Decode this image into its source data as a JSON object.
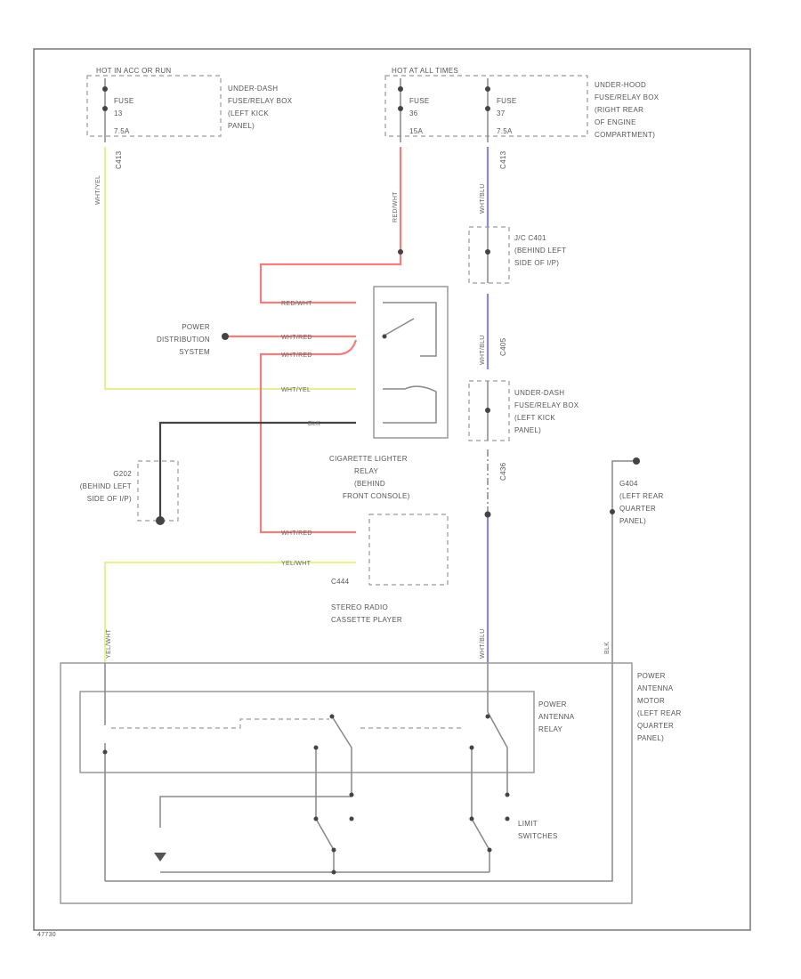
{
  "colors": {
    "red": "#f08080",
    "yellow": "#e8ef9a",
    "blue": "#8a8ad8",
    "black": "#444444",
    "gray": "#888888"
  },
  "fusebox_left": {
    "header": "HOT IN ACC OR RUN",
    "fuse_label": "FUSE",
    "fuse_number": "13",
    "fuse_rating": "7.5A",
    "location": [
      "UNDER-DASH",
      "FUSE/RELAY BOX",
      "(LEFT KICK",
      "PANEL)"
    ]
  },
  "fusebox_right": {
    "header": "HOT AT ALL TIMES",
    "fuse_a": {
      "label": "FUSE",
      "number": "36",
      "rating": "15A"
    },
    "fuse_b": {
      "label": "FUSE",
      "number": "37",
      "rating": "7.5A"
    },
    "location": [
      "UNDER-HOOD",
      "FUSE/RELAY BOX",
      "(RIGHT REAR",
      "OF ENGINE",
      "COMPARTMENT)"
    ]
  },
  "connectors": {
    "c_left_top": "C413",
    "c_right_top": "C413",
    "c_mid": "C405",
    "c_lower": "C436",
    "c_radio": "C444"
  },
  "junction": {
    "lines": [
      "J/C C401",
      "(BEHIND LEFT",
      "SIDE OF I/P)"
    ]
  },
  "underdash_box": {
    "lines": [
      "UNDER-DASH",
      "FUSE/RELAY BOX",
      "(LEFT KICK",
      "PANEL)"
    ]
  },
  "power_distribution": {
    "lines": [
      "POWER",
      "DISTRIBUTION",
      "SYSTEM"
    ]
  },
  "ground_left": {
    "lines": [
      "G202",
      "(BEHIND LEFT",
      "SIDE OF I/P)"
    ]
  },
  "ground_right": {
    "lines": [
      "G404",
      "(LEFT REAR",
      "QUARTER",
      "PANEL)"
    ]
  },
  "cig_relay": {
    "lines": [
      "CIGARETTE LIGHTER",
      "RELAY",
      "(BEHIND",
      "FRONT CONSOLE)"
    ]
  },
  "radio": {
    "lines": [
      "STEREO RADIO",
      "CASSETTE PLAYER"
    ]
  },
  "antenna_motor": {
    "lines": [
      "POWER",
      "ANTENNA",
      "MOTOR",
      "(LEFT REAR",
      "QUARTER",
      "PANEL)"
    ]
  },
  "antenna_relay": {
    "lines": [
      "POWER",
      "ANTENNA",
      "RELAY"
    ]
  },
  "limit_switches": {
    "lines": [
      "LIMIT",
      "SWITCHES"
    ]
  },
  "wires": {
    "wht_yel": "WHT/YEL",
    "red_wht": "RED/WHT",
    "wht_blu": "WHT/BLU",
    "wht_red": "WHT/RED",
    "blk": "BLK",
    "yel_wht": "YEL/WHT"
  },
  "figure_code": "47730"
}
